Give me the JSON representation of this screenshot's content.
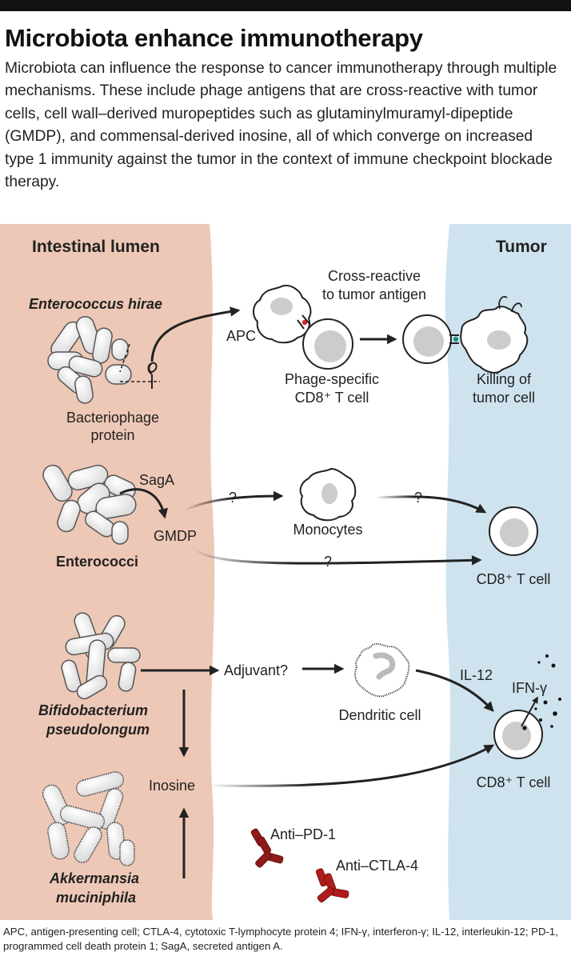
{
  "title": "Microbiota enhance immunotherapy",
  "subtitle": "Microbiota can influence the response to cancer immunotherapy through multiple mechanisms. These include phage antigens that are cross-reactive with tumor cells, cell wall–derived muropeptides such as glutaminylmuramyl-dipeptide (GMDP), and commensal-derived inosine, all of which converge on increased type 1 immunity against the tumor in the context of immune checkpoint blockade therapy.",
  "regions": {
    "lumen": "Intestinal lumen",
    "tumor": "Tumor"
  },
  "bacteria": {
    "enterococcus_hirae": "Enterococcus hirae",
    "enterococci": "Enterococci",
    "bifido_line1": "Bifidobacterium",
    "bifido_line2": "pseudolongum",
    "akk_line1": "Akkermansia",
    "akk_line2": "muciniphila"
  },
  "labels": {
    "bacteriophage_line1": "Bacteriophage",
    "bacteriophage_line2": "protein",
    "apc": "APC",
    "cross_line1": "Cross-reactive",
    "cross_line2": "to tumor antigen",
    "phage_line1": "Phage-specific",
    "phage_line2": "CD8⁺ T cell",
    "killing_line1": "Killing of",
    "killing_line2": "tumor cell",
    "saga": "SagA",
    "gmdp": "GMDP",
    "q1": "?",
    "q2": "?",
    "q3": "?",
    "monocytes": "Monocytes",
    "cd8_mid": "CD8⁺ T cell",
    "adjuvant": "Adjuvant?",
    "dendritic": "Dendritic cell",
    "il12": "IL-12",
    "ifn": "IFN-γ",
    "cd8_bottom": "CD8⁺ T cell",
    "inosine": "Inosine",
    "anti_pd1": "Anti–PD-1",
    "anti_ctla4": "Anti–CTLA-4"
  },
  "colors": {
    "lumen": "#eec8b6",
    "tumor": "#cfe3ef",
    "antibody": "#8e1a1a",
    "arrow": "#222222",
    "receptor_red": "#d7262a",
    "receptor_teal": "#1c8f86"
  },
  "footer": "APC, antigen-presenting cell; CTLA-4, cytotoxic T-lymphocyte protein 4; IFN-γ, interferon-γ; IL-12, interleukin-12; PD-1, programmed cell death protein 1; SagA, secreted antigen A."
}
